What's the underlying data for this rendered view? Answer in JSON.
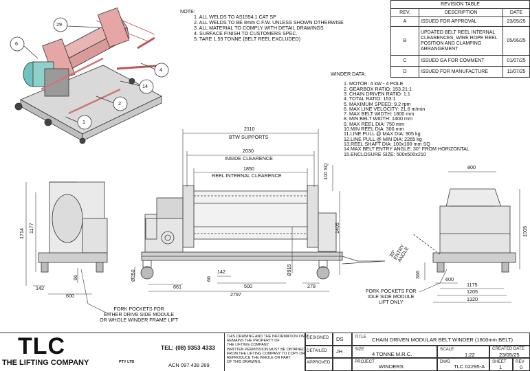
{
  "note": {
    "title": "NOTE:",
    "items": [
      "1. ALL WELDS TO AS1554.1 CAT SP",
      "2. ALL WELDS TO BE 8mm C.F.W. UNLESS SHOWN OTHERWISE",
      "3. ALL MATERIAL TO COMPLY WITH DETAIL DRAWINGS",
      "4. SURFACE FINISH TO CUSTOMERS SPEC.",
      "5. TARE 1.59 TONNE (BELT REEL EXCLUDED)"
    ]
  },
  "revision_table": {
    "title": "REVISION TABLE",
    "headers": [
      "REV.",
      "DESCRIPTION",
      "DATE"
    ],
    "rows": [
      {
        "rev": "A",
        "desc": "ISSUED FOR APPROVAL",
        "date": "23/05/25"
      },
      {
        "rev": "B",
        "desc": "UPDATED BELT REEL INTERNAL\nCLEARENCES, WIRE ROPE REEL\nPOSITION AND CLAMPING\nARRANGEMENT",
        "date": "05/06/25"
      },
      {
        "rev": "C",
        "desc": "ISSUED GA FOR COMMENT",
        "date": "01/07/25"
      },
      {
        "rev": "D",
        "desc": "ISSUED FOR MANUFACTURE",
        "date": "11/07/25"
      }
    ]
  },
  "winder_data": {
    "title": "WINDER DATA:",
    "items": [
      "1. MOTOR: 4 kW - 4 POLE",
      "2. GEARBOX RATIO: 153.21:1",
      "3. CHAIN DRIVEN RATIO: 1:1",
      "4. TOTAL RATIO: 153:1",
      "5. MAXIMUM SPEED: 9.2 rpm",
      "6. MAX LINE VELOCITY: 21.6 m/min",
      "7. MAX BELT WIDTH: 1800 mm",
      "8. MIN BELT WIDTH: 1400 mm",
      "9. MAX REEL DIA: 750 mm",
      "10.MIN REEL DIA: 300 mm",
      "11.LINE PULL @ MAX DIA: 905 kg",
      "12.LINE PULL @ MIN DIA: 2265 kg",
      "13.REEL SHAFT DIA: 100x100 mm SQ",
      "14.MAX BELT ENTRY ANGLE: 30° FROM HORIZONTAL",
      "15.ENCLOSURE SIZE: 500x500x210"
    ]
  },
  "balloons": [
    "29",
    "6",
    "4",
    "14",
    "2",
    "1"
  ],
  "dims": {
    "btw": "2110",
    "btw_label": "BTW SUPPORTS",
    "inside": "2030",
    "inside_label": "INSIDE CLEARENCE",
    "reel": "1850",
    "reel_label": "REEL INTERNAL CLEARENCE",
    "sq100": "100 SQ",
    "h1405": "1405",
    "wheel_dia": "Ø250",
    "w661": "661",
    "w142b": "142",
    "w500": "500",
    "w278": "278",
    "d915": "Ø915",
    "w2797": "2797",
    "h66b": "66",
    "h1714": "1714",
    "h1177": "1177",
    "h66a": "66",
    "w142a": "142",
    "w600": "600",
    "w800": "800",
    "h1005": "1005",
    "h366": "366",
    "w600r": "600",
    "w1175": "1175",
    "w1205": "1205",
    "w1320": "1320",
    "angle": "30°\nENTRY\nANGLE"
  },
  "callouts": {
    "fork_left": "FORK POCKETS FOR\nEITHER DRIVE SIDE MODULE\nOR WHOLE WINDER FRAME LIFT",
    "fork_right": "FORK POCKETS FOR\nIDLE SIDE MODULE\nLIFT ONLY"
  },
  "title_block": {
    "logo": "TLC",
    "company": "THE LIFTING COMPANY",
    "ptyltd": "PTY LTD",
    "tel": "TEL: (08) 9353 4333",
    "acn": "ACN 097 438 269",
    "disclaimer": "THIS DRAWING AND THE INFORMATION ON IT\nREMAINS THE PROPERTY OF\nTHE LIFTING COMPANY.\nWRITTEN PERMISSION MUST BE OBTAINED\nFROM THE LIFTING COMPANY TO COPY OR\nREPRODUCE THE WHOLE OR PART\nOF THIS DRAWING.",
    "designed_lbl": "DESIGNED",
    "designed": "DS",
    "detailed_lbl": "DETAILED",
    "detailed": "JH",
    "approved_lbl": "APPROVED",
    "approved": "",
    "title_lbl": "TITLE",
    "title": "CHAIN DRIVEN MODULAR BELT WINDER (1800mm BELT)",
    "size_lbl": "SIZE",
    "size": "4 TONNE M.R.C.",
    "scale_lbl": "SCALE",
    "scale": "1:22",
    "created_lbl": "CREATED DATE",
    "created": "23/05/25",
    "project_lbl": "PROJECT",
    "project": "WINDERS",
    "dwg_lbl": "DWG",
    "dwg": "TLC 02295-A",
    "sheet_lbl": "SHEET",
    "sheet": "1",
    "rev_lbl": "REV",
    "rev": "0"
  }
}
